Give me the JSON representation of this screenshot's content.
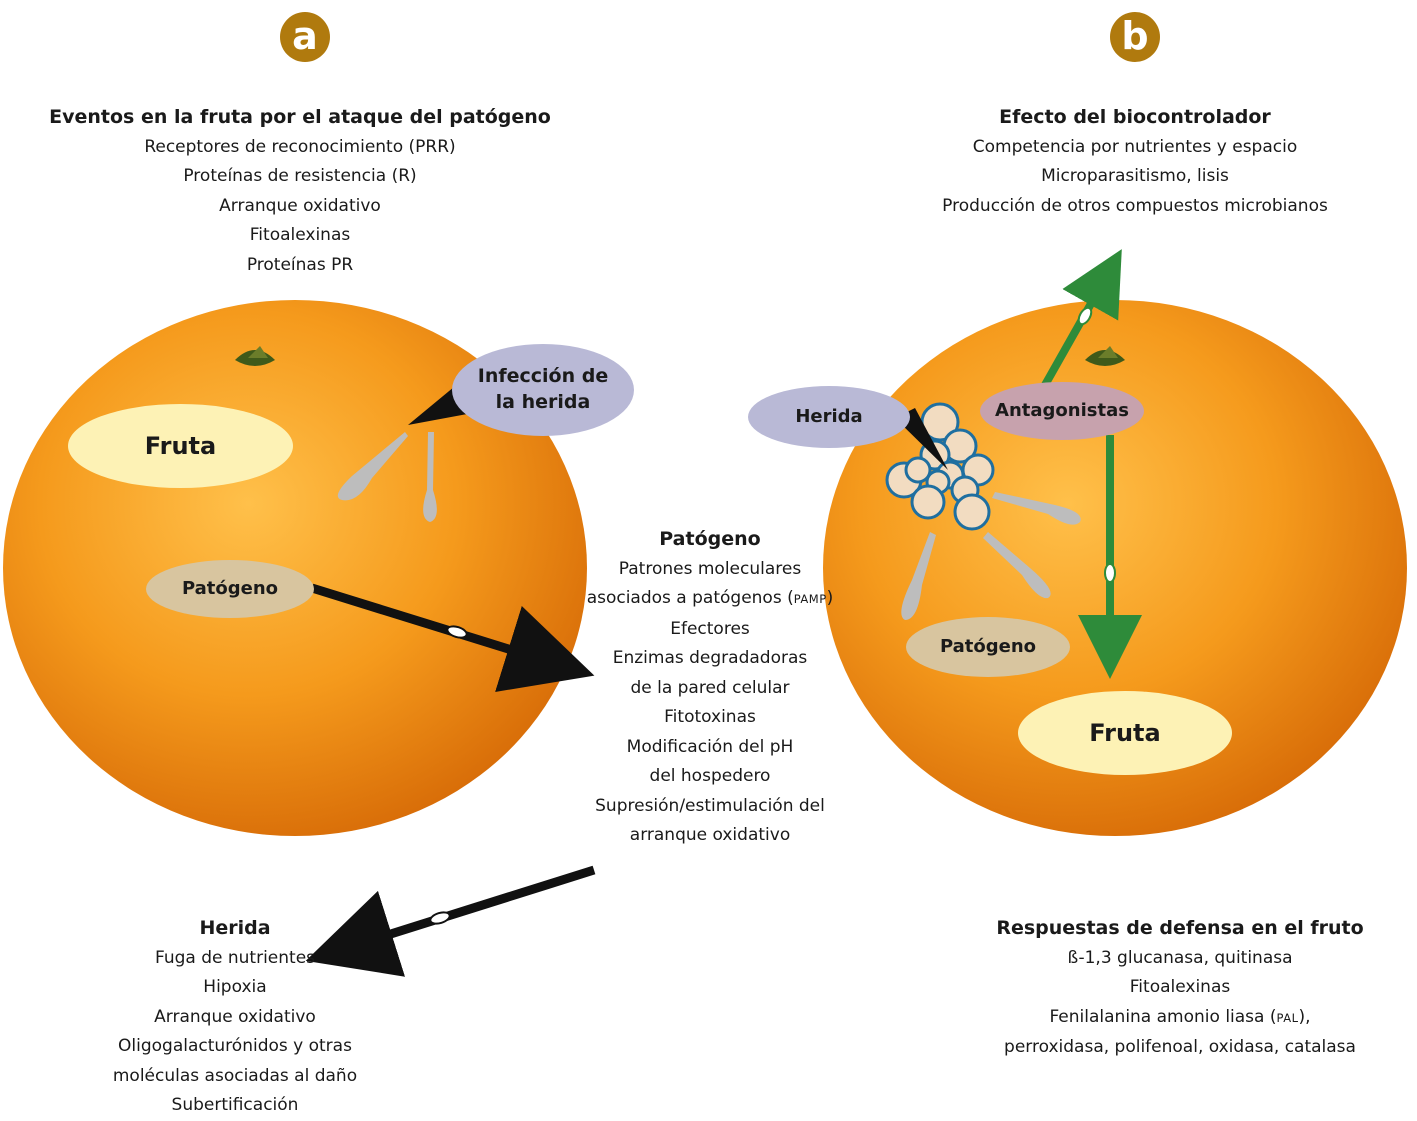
{
  "panels": {
    "a": "a",
    "b": "b"
  },
  "left": {
    "top_block": {
      "title": "Eventos en la fruta por el ataque del patógeno",
      "lines": [
        "Receptores de reconocimiento (PRR)",
        "Proteínas de resistencia (R)",
        "Arranque oxidativo",
        "Fitoalexinas",
        "Proteínas PR"
      ]
    },
    "labels": {
      "fruit": "Fruta",
      "infection": "Infección de la herida",
      "pathogen": "Patógeno"
    }
  },
  "middle": {
    "pathogen_block": {
      "title": "Patógeno",
      "line1": "Patrones moleculares",
      "line2_prefix": "asociados a patógenos (",
      "line2_abbr": "PAMP",
      "line2_suffix": ")",
      "lines_rest": [
        "Efectores",
        "Enzimas degradadoras",
        "de la pared celular",
        "Fitotoxinas",
        "Modificación del pH",
        "del hospedero",
        "Supresión/estimulación del",
        "arranque oxidativo"
      ]
    }
  },
  "bottom_left": {
    "title": "Herida",
    "lines": [
      "Fuga de nutrientes",
      "Hipoxia",
      "Arranque oxidativo",
      "Oligogalacturónidos y otras",
      "moléculas asociadas al daño",
      "Subertificación"
    ]
  },
  "right": {
    "top_block": {
      "title": "Efecto del biocontrolador",
      "lines": [
        "Competencia por nutrientes y espacio",
        "Microparasitismo, lisis",
        "Producción de otros compuestos microbianos"
      ]
    },
    "labels": {
      "wound": "Herida",
      "antagonists": "Antagonistas",
      "pathogen": "Patógeno",
      "fruit": "Fruta"
    },
    "bottom_block": {
      "title": "Respuestas de defensa en el fruto",
      "line1": "ß-1,3 glucanasa, quitinasa",
      "line2": "Fitoalexinas",
      "line3_prefix": "Fenilalanina amonio liasa (",
      "line3_abbr": "PAL",
      "line3_suffix": "),",
      "line4": "perroxidasa, polifenoal, oxidasa, catalasa"
    }
  },
  "colors": {
    "panel_letter": "#b07a0e",
    "orange": "#f39a1e",
    "fruit_ellipse": "#fdf2b5",
    "label_ellipse": "#b9b9d6",
    "pathogen_ellipse": "#d8c59f",
    "antagonist_ellipse": "#c7a2ad",
    "green_arrow": "#2e8b3a",
    "black_arrow": "#111111"
  }
}
